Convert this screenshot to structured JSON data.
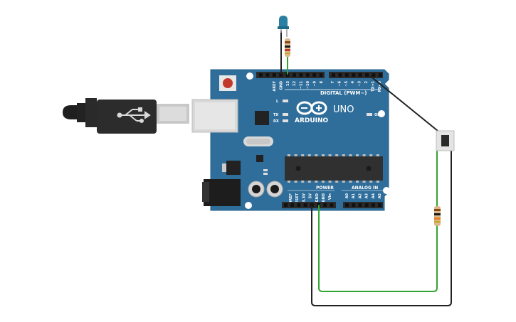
{
  "board": {
    "brand": "ARDUINO",
    "model": "UNO",
    "digital_header_label": "DIGITAL (PWM~)",
    "power_header_label": "POWER",
    "analog_header_label": "ANALOG IN",
    "on_label": "ON",
    "led_labels": [
      "L",
      "TX",
      "RX"
    ],
    "digital_pins": [
      "AREF",
      "GND",
      "13",
      "12",
      "~11",
      "~10",
      "~9",
      "8",
      "7",
      "~6",
      "~5",
      "4",
      "~3",
      "2",
      "TX→1",
      "RX←0"
    ],
    "power_pins": [
      "IOREF",
      "RESET",
      "3.3V",
      "5V",
      "GND",
      "GND",
      "Vin"
    ],
    "analog_pins": [
      "A0",
      "A1",
      "A2",
      "A3",
      "A4",
      "A5"
    ],
    "colors": {
      "board": "#2f6e9b",
      "header": "#2b2b2b",
      "reset_button": "#c0392b"
    }
  },
  "components": [
    "usb-cable",
    "led",
    "resistor-led",
    "pushbutton",
    "resistor-button"
  ],
  "wire_colors": {
    "signal": "#33a532",
    "ground": "#222222"
  }
}
